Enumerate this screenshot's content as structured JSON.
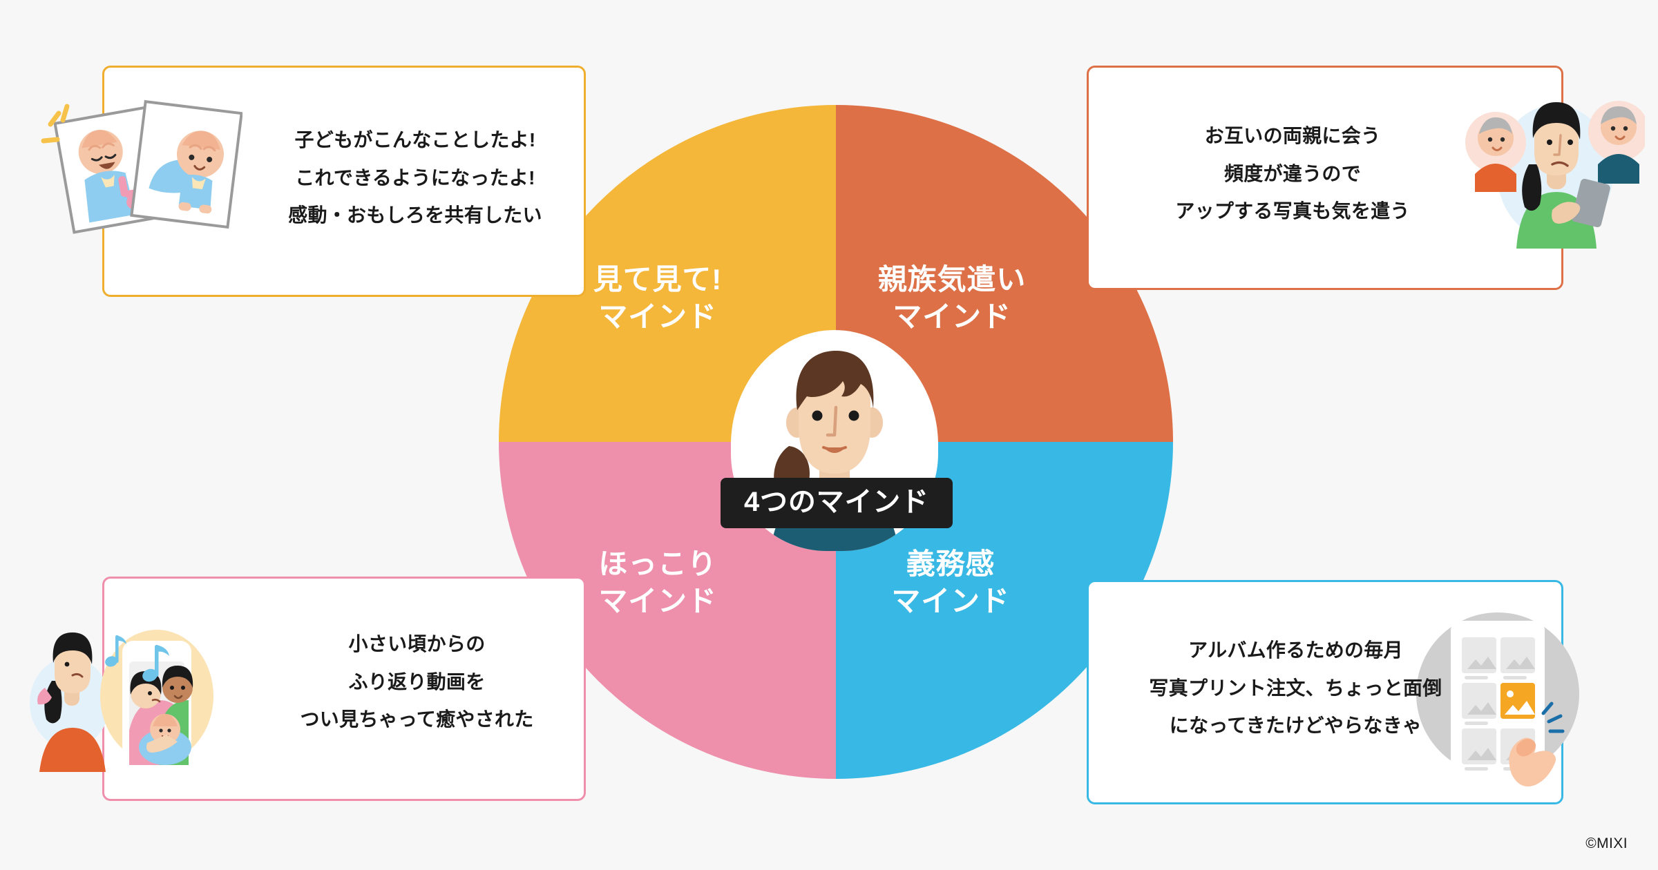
{
  "meta": {
    "background_color": "#F7F7F7",
    "copyright": "©MIXI"
  },
  "center": {
    "chip_label": "4つのマインド",
    "chip_bg": "#1E1E1E",
    "chip_text_color": "#FFFFFF",
    "avatar_name": "mother-avatar"
  },
  "wheel": {
    "quadrants": [
      {
        "id": "see-see",
        "label": "見て見て!\nマインド",
        "color": "#F4B73A",
        "position": "top-left"
      },
      {
        "id": "relatives",
        "label": "親族気遣い\nマインド",
        "color": "#DD7046",
        "position": "top-right"
      },
      {
        "id": "heartwarming",
        "label": "ほっこり\nマインド",
        "color": "#EE8FAB",
        "position": "bottom-left"
      },
      {
        "id": "obligation",
        "label": "義務感\nマインド",
        "color": "#38B8E4",
        "position": "bottom-right"
      }
    ]
  },
  "bubbles": [
    {
      "id": "bubble-top-left",
      "linked_quadrant": "see-see",
      "border_color": "#EFAE2E",
      "art": "baby-photos-illustration",
      "text": "子どもがこんなことしたよ!\nこれできるようになったよ!\n感動・おもしろを共有したい"
    },
    {
      "id": "bubble-top-right",
      "linked_quadrant": "relatives",
      "border_color": "#DD7046",
      "art": "mother-and-grandparents-illustration",
      "text": "お互いの両親に会う\n頻度が違うので\nアップする写真も気を遣う"
    },
    {
      "id": "bubble-bottom-left",
      "linked_quadrant": "heartwarming",
      "border_color": "#EF8FAC",
      "art": "family-video-illustration",
      "text": "小さい頃からの\nふり返り動画を\nつい見ちゃって癒やされた"
    },
    {
      "id": "bubble-bottom-right",
      "linked_quadrant": "obligation",
      "border_color": "#38B8E4",
      "art": "phone-photo-print-illustration",
      "text": "アルバム作るための毎月\n写真プリント注文、ちょっと面倒\nになってきたけどやらなきゃ"
    }
  ]
}
